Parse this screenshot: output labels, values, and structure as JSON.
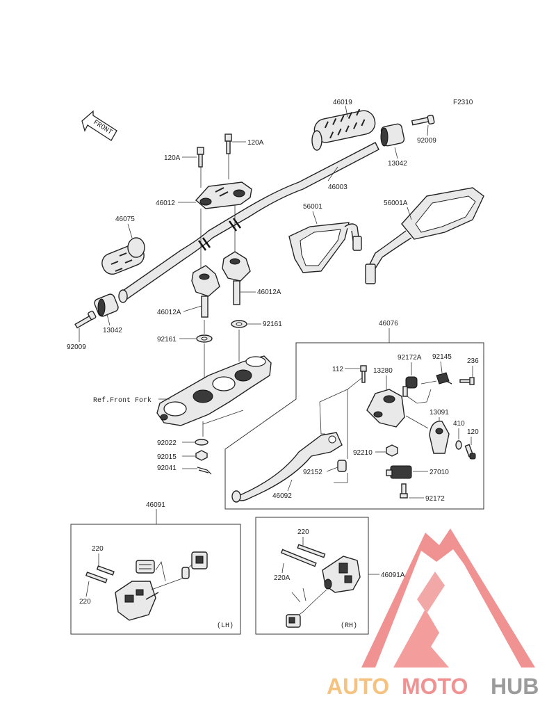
{
  "diagram": {
    "figure_code": "F2310",
    "front_label": "FRONT",
    "ref_label": "Ref.Front Fork",
    "callouts": {
      "p46019": "46019",
      "p92009a": "92009",
      "p13042a": "13042",
      "p46003": "46003",
      "p120A_a": "120A",
      "p120A_b": "120A",
      "p46012": "46012",
      "p46075": "46075",
      "p13042b": "13042",
      "p92009b": "92009",
      "p46012A_a": "46012A",
      "p46012A_b": "46012A",
      "p92161a": "92161",
      "p92161b": "92161",
      "p56001": "56001",
      "p56001A": "56001A",
      "p46076": "46076",
      "p112": "112",
      "p13280": "13280",
      "p92172A": "92172A",
      "p92145": "92145",
      "p236": "236",
      "p13091": "13091",
      "p410": "410",
      "p120": "120",
      "p92210": "92210",
      "p27010": "27010",
      "p92152": "92152",
      "p46092": "46092",
      "p92172": "92172",
      "p92022": "92022",
      "p92015": "92015",
      "p92041": "92041",
      "p46091": "46091",
      "p220a": "220",
      "p220b": "220",
      "p220c": "220",
      "p220A": "220A",
      "p46091A": "46091A"
    },
    "box_tags": {
      "lh": "(LH)",
      "rh": "(RH)"
    }
  },
  "watermark": {
    "brand_part1": "AUTO",
    "brand_part2": "MOTO",
    "brand_part3": "HUB",
    "color_orange": "#f5b86a",
    "color_red": "#ef7f7f",
    "color_gray": "#8a8a8a"
  }
}
